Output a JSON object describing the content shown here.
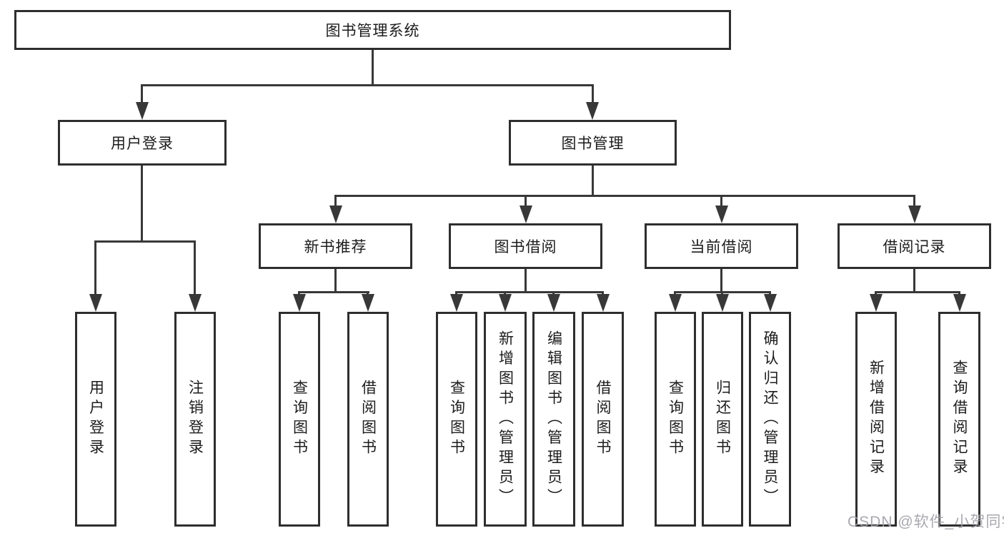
{
  "diagram_title": "图书管理系统",
  "watermark": "CSDN @软件_小贺同学",
  "colors": {
    "background": "#ffffff",
    "box_border": "#2e2e2e",
    "line": "#383838",
    "text": "#1c1c1c",
    "watermark": "#9e9ea6"
  },
  "tree": {
    "root": "图书管理系统",
    "branches": [
      {
        "label": "用户登录",
        "leaves": [
          "用户登录",
          "注销登录"
        ]
      },
      {
        "label": "图书管理",
        "sections": [
          {
            "label": "新书推荐",
            "leaves": [
              "查询图书",
              "借阅图书"
            ]
          },
          {
            "label": "图书借阅",
            "leaves": [
              "查询图书",
              "新增图书（管理员）",
              "编辑图书（管理员）",
              "借阅图书"
            ]
          },
          {
            "label": "当前借阅",
            "leaves": [
              "查询图书",
              "归还图书",
              "确认归还（管理员）"
            ]
          },
          {
            "label": "借阅记录",
            "leaves": [
              "新增借阅记录",
              "查询借阅记录"
            ]
          }
        ]
      }
    ]
  }
}
